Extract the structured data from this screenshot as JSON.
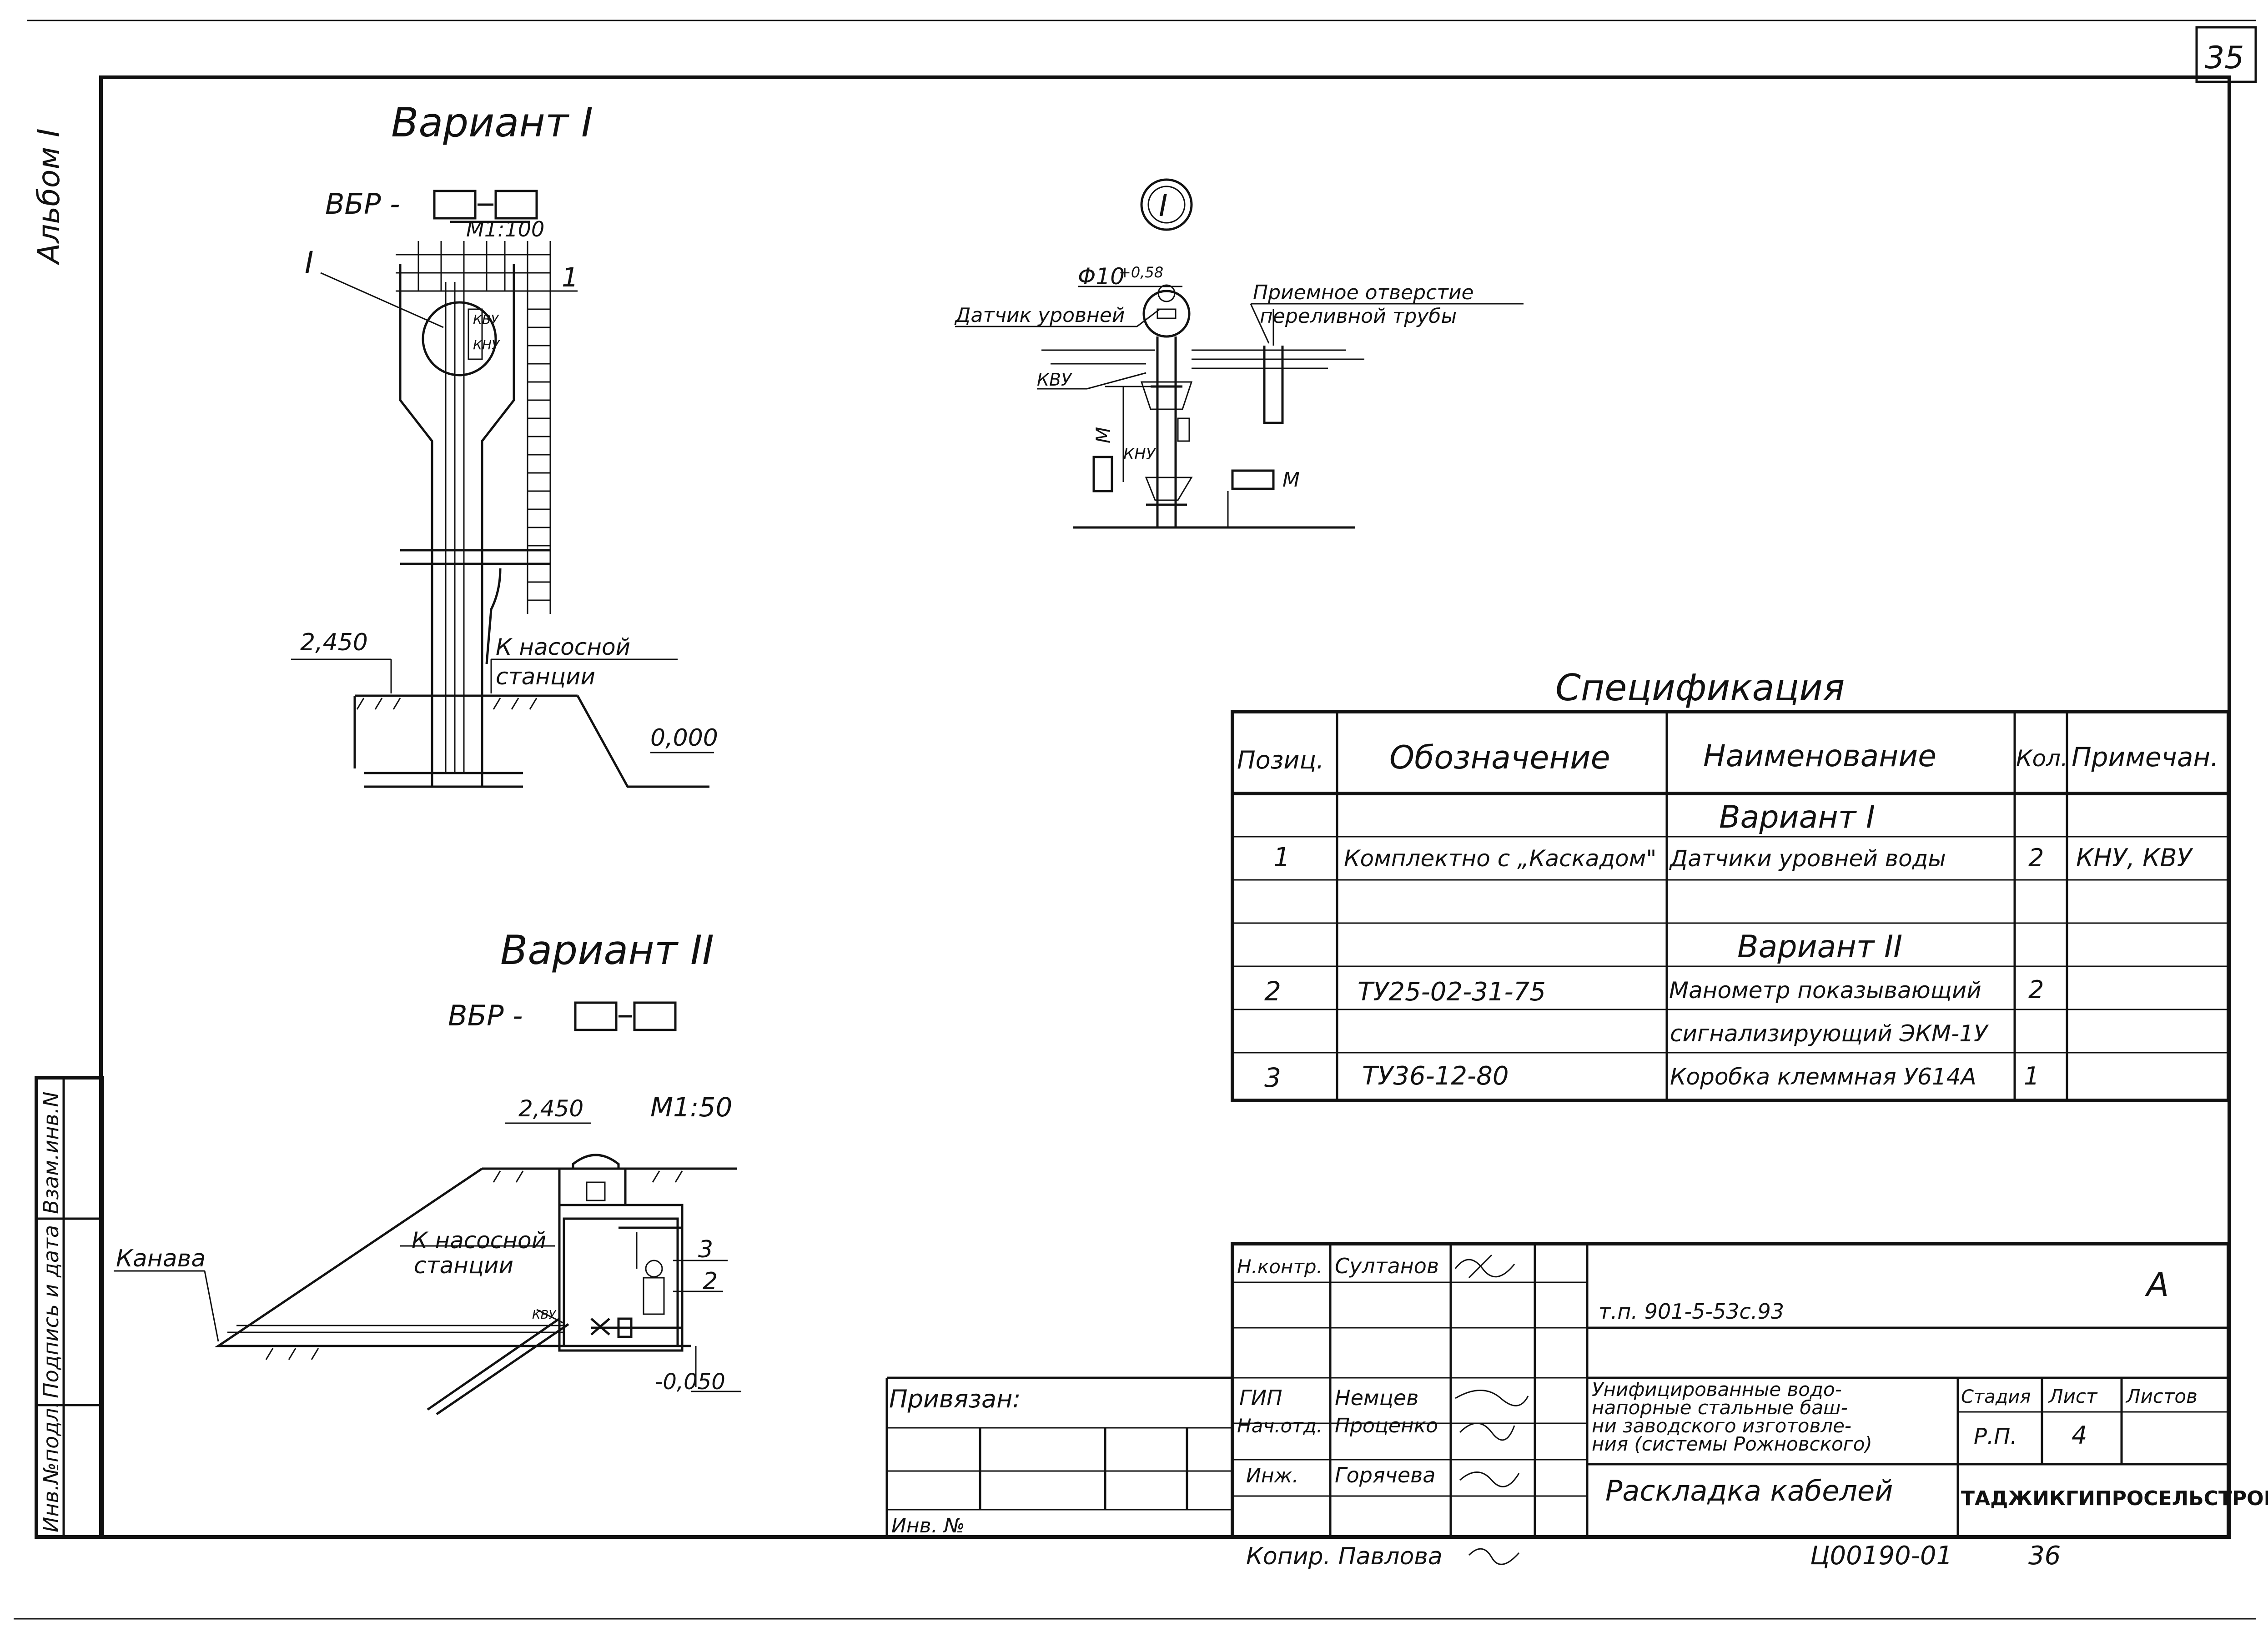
{
  "sheet": {
    "page_number": "35",
    "album": "Альбом I"
  },
  "side_stamp": {
    "labels": [
      "Взам.инв.N",
      "Подпись и дата",
      "Инв.№подл."
    ]
  },
  "variant1": {
    "title": "Вариант I",
    "code": "ВБР -",
    "scale": "М1:100",
    "callout_I": "I",
    "callout_1": "1",
    "kvu": "КВУ",
    "knu": "КНУ",
    "level_2450": "2,450",
    "level_0000": "0,000",
    "to_pump_1": "К насосной",
    "to_pump_2": "станции"
  },
  "detail_I": {
    "badge": "I",
    "pipe_label": "Φ10",
    "pipe_sup": "+0,58",
    "sensor_label": "Датчик уровней",
    "inlet_1": "Приемное отверстие",
    "inlet_2": "переливной трубы",
    "kvu": "КВУ",
    "knu": "КНУ",
    "m1": "М",
    "m2": "М"
  },
  "variant2": {
    "title": "Вариант II",
    "code": "ВБР -",
    "scale": "М1:50",
    "level_2450": "2,450",
    "level_m0050": "-0,050",
    "ditch": "Канава",
    "to_pump_1": "К насосной",
    "to_pump_2": "станции",
    "callout_3": "3",
    "callout_2": "2",
    "slope": "КВУ"
  },
  "spec": {
    "title": "Спецификация",
    "headers": [
      "Позиц.",
      "Обозначение",
      "Наименование",
      "Кол.",
      "Примечан."
    ],
    "section1": "Вариант I",
    "section2": "Вариант II",
    "rows": [
      {
        "pos": "1",
        "designation": "Комплектно с „Каскадом\"",
        "name": "Датчики уровней воды",
        "qty": "2",
        "note": "КНУ, КВУ"
      },
      {
        "pos": "2",
        "designation": "ТУ25-02-31-75",
        "name": "Манометр показывающий",
        "qty": "2",
        "note": ""
      },
      {
        "pos": "",
        "designation": "",
        "name": "сигнализирующий ЭКМ-1У",
        "qty": "",
        "note": ""
      },
      {
        "pos": "3",
        "designation": "ТУ36-12-80",
        "name": "Коробка клеммная У614А",
        "qty": "1",
        "note": ""
      }
    ]
  },
  "title_block": {
    "privyazan": "Привязан:",
    "inv_no": "Инв. №",
    "people": [
      {
        "role": "Н.контр.",
        "name": "Султанов"
      },
      {
        "role": "ГИП",
        "name": "Немцев"
      },
      {
        "role": "Нач.отд.",
        "name": "Проценко"
      },
      {
        "role": "Инж.",
        "name": "Горячева"
      }
    ],
    "doc_code": "т.п. 901-5-53с.93",
    "format_letter": "А",
    "project_1": "Унифицированные водо-",
    "project_2": "напорные стальные баш-",
    "project_3": "ни заводского изготовле-",
    "project_4": "ния (системы Рожновского)",
    "stage_label": "Стадия",
    "sheet_label": "Лист",
    "sheets_label": "Листов",
    "stage": "Р.П.",
    "sheet": "4",
    "sheets": "",
    "drawing_title": "Раскладка кабелей",
    "org": "ТАДЖИКГИПРОСЕЛЬСТРОЙ",
    "copied": "Копир. Павлова",
    "archive": "Ц00190-01",
    "archive_num": "36"
  }
}
